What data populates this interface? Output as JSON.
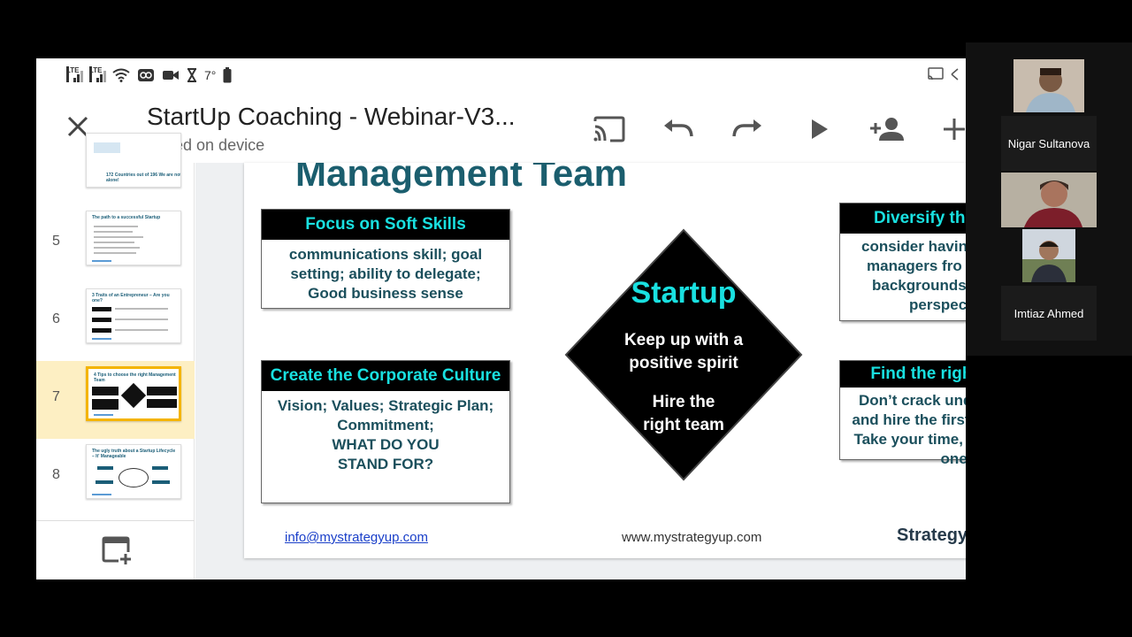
{
  "app": {
    "title": "StartUp Coaching - Webinar-V3...",
    "subtitle": "Saved on device",
    "status": {
      "temperature": "7°"
    }
  },
  "sidebar": {
    "thumbnails": [
      {
        "number": "",
        "title": "172 Countries out of 196 We are not alone!"
      },
      {
        "number": "5",
        "title": "The path to a successful Startup"
      },
      {
        "number": "6",
        "title": "3 Traits of an Entrepreneur – Are you one?"
      },
      {
        "number": "7",
        "title": "4 Tips to choose the right Management Team"
      },
      {
        "number": "8",
        "title": "The ugly truth about a Startup Lifecycle – It' Manageable"
      }
    ],
    "selected_index": 3
  },
  "slide": {
    "title": "Management Team",
    "box1": {
      "head": "Focus on Soft Skills",
      "body": "communications skill; goal setting; ability to delegate; Good business sense"
    },
    "box2": {
      "head": "Create the Corporate Culture",
      "body_lines": [
        "Vision; Values; Strategic Plan;",
        "Commitment;",
        "WHAT DO YOU",
        "STAND FOR?"
      ]
    },
    "box3": {
      "head": "Diversify th",
      "body_lines": [
        "consider havin",
        "managers fro",
        "backgrounds",
        "perspec"
      ]
    },
    "box4": {
      "head": "Find the right SKILLS",
      "body": "Don’t crack  under pressure and hire the first candidate.... Take your time, find the right one!"
    },
    "diamond": {
      "title": "Startup",
      "line1": "Keep up with a",
      "line2": "positive spirit",
      "line3": "Hire the",
      "line4": "right team"
    },
    "footer": {
      "email": "info@mystrategyup.com",
      "website": "www.mystrategyup.com",
      "brand": "Strategy Up"
    }
  },
  "participants": [
    {
      "name": "Nigar Sultanova"
    },
    {
      "name": "Imtiaz Ahmed"
    }
  ],
  "colors": {
    "accent": "#19e0e0",
    "selected_bg": "#fdefc3",
    "selected_border": "#f4b400",
    "title": "#1b5e6e"
  }
}
